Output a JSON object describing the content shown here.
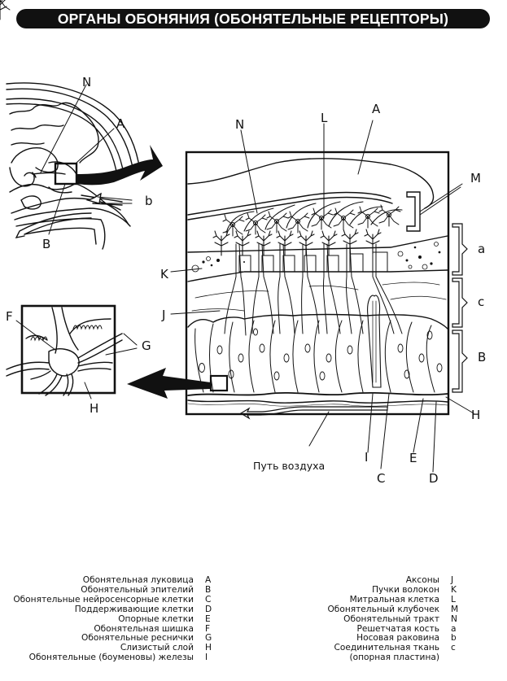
{
  "title": "ОРГАНЫ ОБОНЯНИЯ (ОБОНЯТЕЛЬНЫЕ РЕЦЕПТОРЫ)",
  "diagram_labels": {
    "head_N": "N",
    "head_A": "A",
    "head_b": "b",
    "head_B": "B",
    "inset_F": "F",
    "inset_G": "G",
    "inset_H": "H",
    "main_N": "N",
    "main_L": "L",
    "main_A": "A",
    "main_M": "M",
    "main_K": "K",
    "main_J": "J",
    "bracket_a": "a",
    "bracket_c": "c",
    "bracket_B": "B",
    "main_H": "H",
    "main_I": "I",
    "main_C": "C",
    "main_E": "E",
    "main_D": "D",
    "air_path": "Путь воздуха"
  },
  "legend": {
    "left": [
      {
        "name": "Обонятельная луковица",
        "key": "A"
      },
      {
        "name": "Обонятельный эпителий",
        "key": "B"
      },
      {
        "name": "Обонятельные нейросенсорные клетки",
        "key": "C"
      },
      {
        "name": "Поддерживающие клетки",
        "key": "D"
      },
      {
        "name": "Опорные клетки",
        "key": "E"
      },
      {
        "name": "Обонятельная шишка",
        "key": "F"
      },
      {
        "name": "Обонятельные реснички",
        "key": "G"
      },
      {
        "name": "Слизистый слой",
        "key": "H"
      },
      {
        "name": "Обонятельные (боуменовы) железы",
        "key": "I"
      }
    ],
    "right": [
      {
        "name": "Аксоны",
        "key": "J"
      },
      {
        "name": "Пучки волокон",
        "key": "K"
      },
      {
        "name": "Митральная клетка",
        "key": "L"
      },
      {
        "name": "Обонятельный клубочек",
        "key": "M"
      },
      {
        "name": "Обонятельный тракт",
        "key": "N"
      },
      {
        "name": "Решетчатая кость",
        "key": "a"
      },
      {
        "name": "Носовая раковина",
        "key": "b"
      },
      {
        "name": "Соединительная ткань",
        "key": "c"
      },
      {
        "name": "(опорная пластина)",
        "key": ""
      }
    ]
  }
}
